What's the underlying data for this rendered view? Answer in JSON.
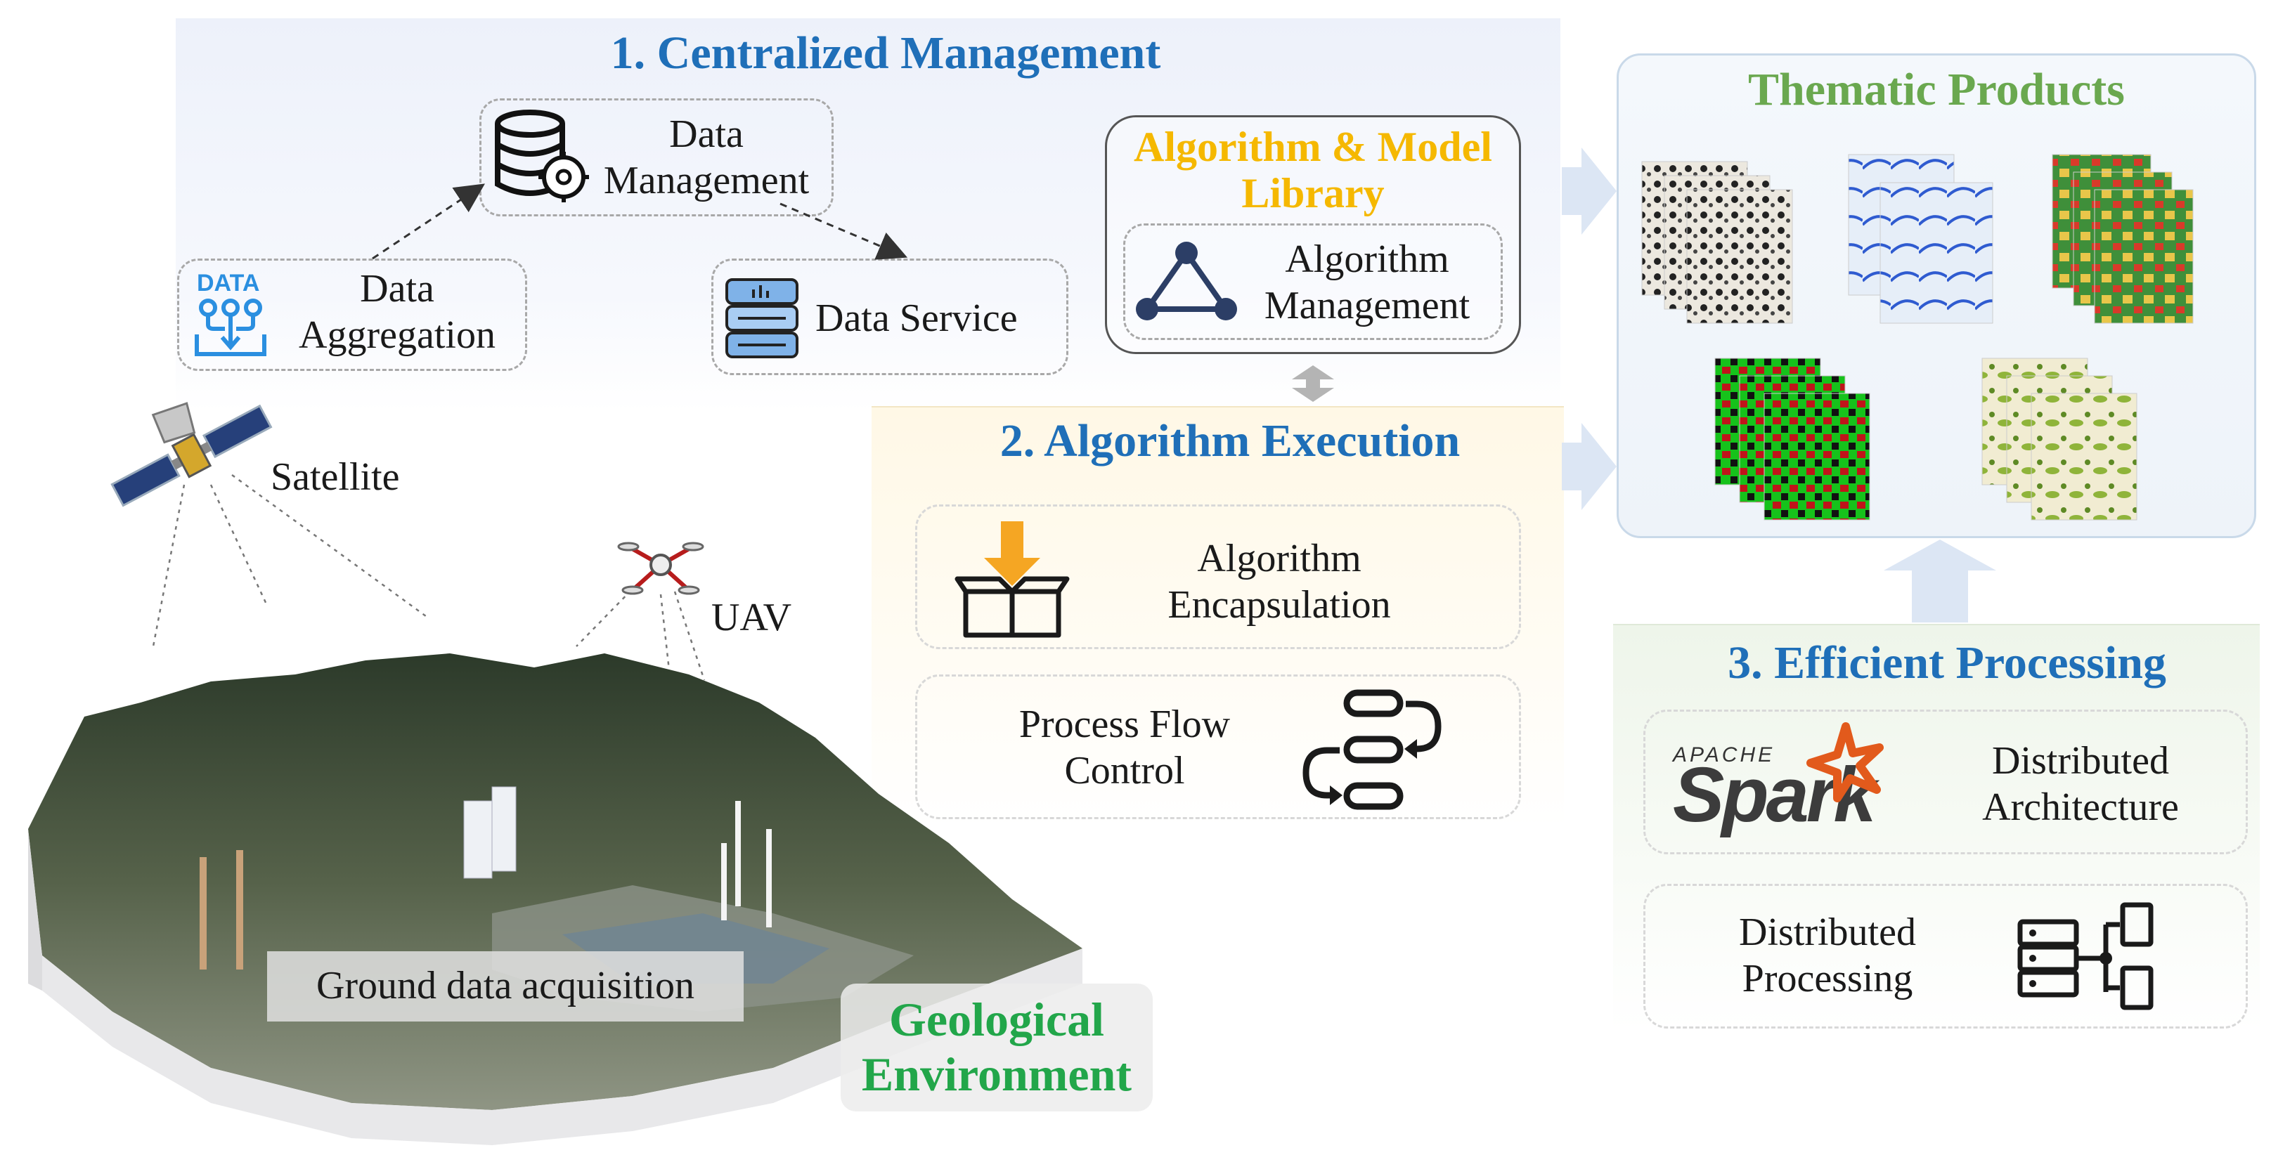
{
  "centralized": {
    "title": "1. Centralized Management",
    "data_management": {
      "icon_text": "",
      "line1": "Data",
      "line2": "Management"
    },
    "data_aggregation": {
      "icon_text": "DATA",
      "line1": "Data",
      "line2": "Aggregation"
    },
    "data_service": {
      "label": "Data Service"
    },
    "library": {
      "title_line1": "Algorithm & Model",
      "title_line2": "Library",
      "item_line1": "Algorithm",
      "item_line2": "Management"
    }
  },
  "execution": {
    "title": "2. Algorithm Execution",
    "encapsulation": {
      "line1": "Algorithm",
      "line2": "Encapsulation"
    },
    "flow": {
      "line1": "Process Flow",
      "line2": "Control"
    }
  },
  "processing": {
    "title": "3. Efficient Processing",
    "spark_small": "APACHE",
    "spark_big": "Spark",
    "architecture": {
      "line1": "Distributed",
      "line2": "Architecture"
    },
    "distributed": {
      "line1": "Distributed",
      "line2": "Processing"
    }
  },
  "thematic": {
    "title": "Thematic Products"
  },
  "scene": {
    "satellite": "Satellite",
    "uav": "UAV",
    "ground": "Ground data acquisition",
    "geo_line1": "Geological",
    "geo_line2": "Environment"
  },
  "colors": {
    "section_title": "#1f6fb8",
    "library_title": "#f5b800",
    "thematic_title": "#6aa84f",
    "geo_title": "#22a64a",
    "encapsulation_arrow": "#f5a623"
  }
}
